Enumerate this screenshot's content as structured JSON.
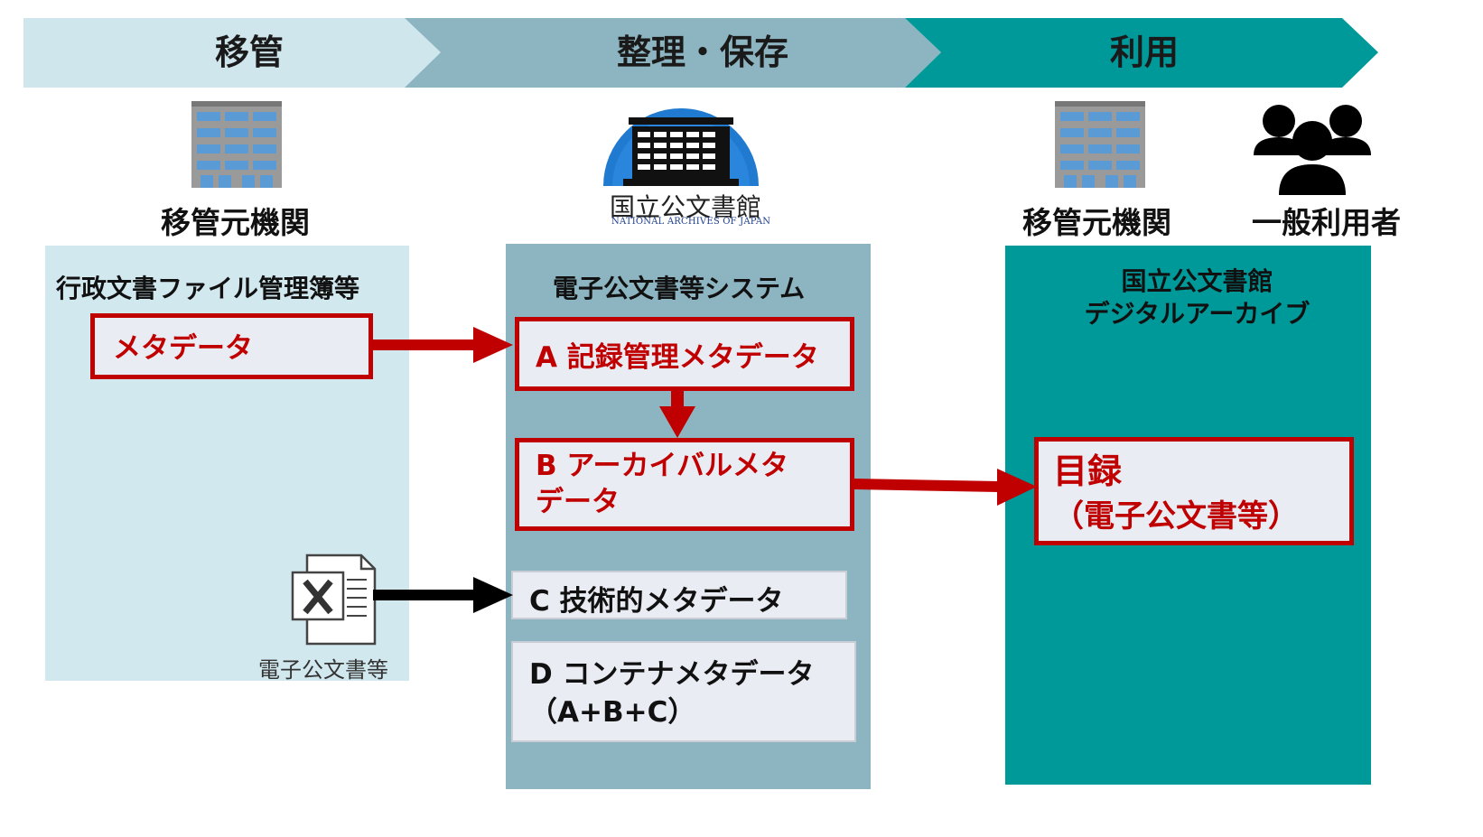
{
  "stages": [
    "移管",
    "整理・保存",
    "利用"
  ],
  "actors": {
    "transfer_agency": "移管元機関",
    "archives_logo": {
      "name": "国立公文書館",
      "subtitle": "NATIONAL ARCHIVES OF JAPAN"
    },
    "use_agency": "移管元機関",
    "public_users": "一般利用者"
  },
  "left_column": {
    "title": "行政文書ファイル管理簿等",
    "metadata_box": "メタデータ",
    "excel_caption": "電子公文書等"
  },
  "middle_column": {
    "title": "電子公文書等システム",
    "box_a": "A 記録管理メタデータ",
    "box_b_line1": "B アーカイバルメタ",
    "box_b_line2": "データ",
    "box_c": "C 技術的メタデータ",
    "box_d_line1": "D コンテナメタデータ",
    "box_d_line2": "（A+B+C）"
  },
  "right_column": {
    "title_line1": "国立公文書館",
    "title_line2": "デジタルアーカイブ",
    "catalog_line1": "目録",
    "catalog_line2": "（電子公文書等）"
  },
  "colors": {
    "stage1": "#cfe6ec",
    "stage2": "#8db5c1",
    "stage3": "#009999",
    "left_panel": "#d1e8ef",
    "middle_panel": "#8db5c1",
    "right_panel": "#009999",
    "accent_red": "#c00000"
  }
}
